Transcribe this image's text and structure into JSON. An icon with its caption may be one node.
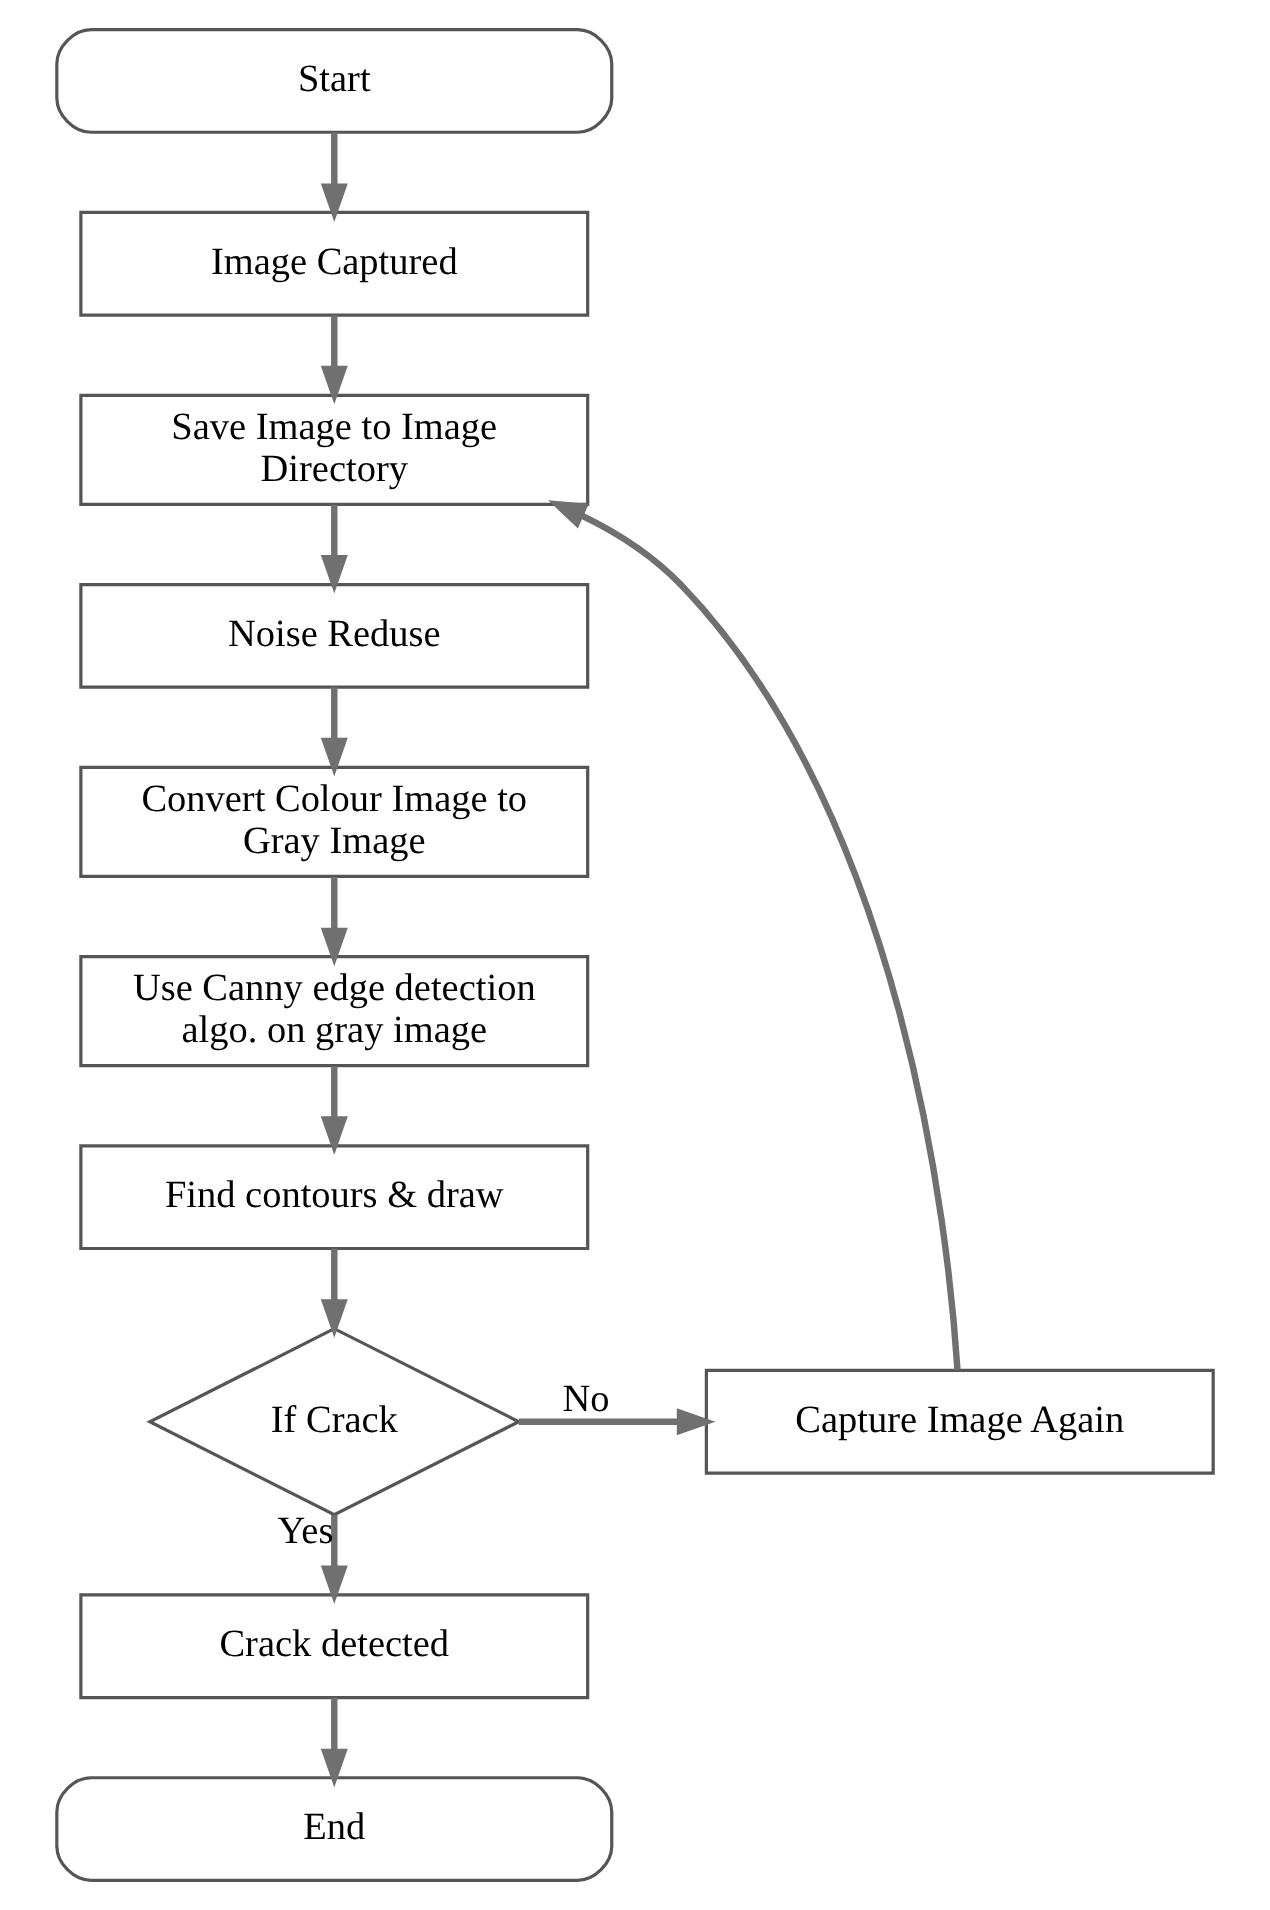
{
  "diagram": {
    "nodes": [
      {
        "text": [
          "Start"
        ]
      },
      {
        "text": [
          "Image Captured"
        ]
      },
      {
        "text": [
          "Save Image to Image Directory"
        ]
      },
      {
        "text": [
          "Noise Reduse"
        ]
      },
      {
        "text": [
          "Convert Colour Image to Gray Image"
        ]
      },
      {
        "text": [
          "Use Canny edge detection algo. on gray image"
        ]
      },
      {
        "text": [
          "Find contours & draw"
        ]
      },
      {
        "text": [
          "If Crack"
        ]
      },
      {
        "text": [
          "Capture Image Again"
        ]
      },
      {
        "text": [
          "Crack detected"
        ]
      },
      {
        "text": [
          "End"
        ]
      }
    ],
    "edges": [
      {
        "from": 0,
        "to": 1,
        "arrow": "to"
      },
      {
        "from": 1,
        "to": 2,
        "arrow": "to"
      },
      {
        "from": 2,
        "to": 3,
        "arrow": "to"
      },
      {
        "from": 3,
        "to": 4,
        "arrow": "to"
      },
      {
        "from": 4,
        "to": 5,
        "arrow": "to"
      },
      {
        "from": 5,
        "to": 6,
        "arrow": "to"
      },
      {
        "from": 6,
        "to": 7,
        "arrow": "to"
      },
      {
        "from": 7,
        "to": 8,
        "arrow": "to",
        "label": "No"
      },
      {
        "from": 8,
        "to": 2,
        "arrow": "to"
      },
      {
        "from": 7,
        "to": 9,
        "arrow": "to",
        "label": "Yes"
      },
      {
        "from": 9,
        "to": 10,
        "arrow": "to"
      }
    ]
  }
}
